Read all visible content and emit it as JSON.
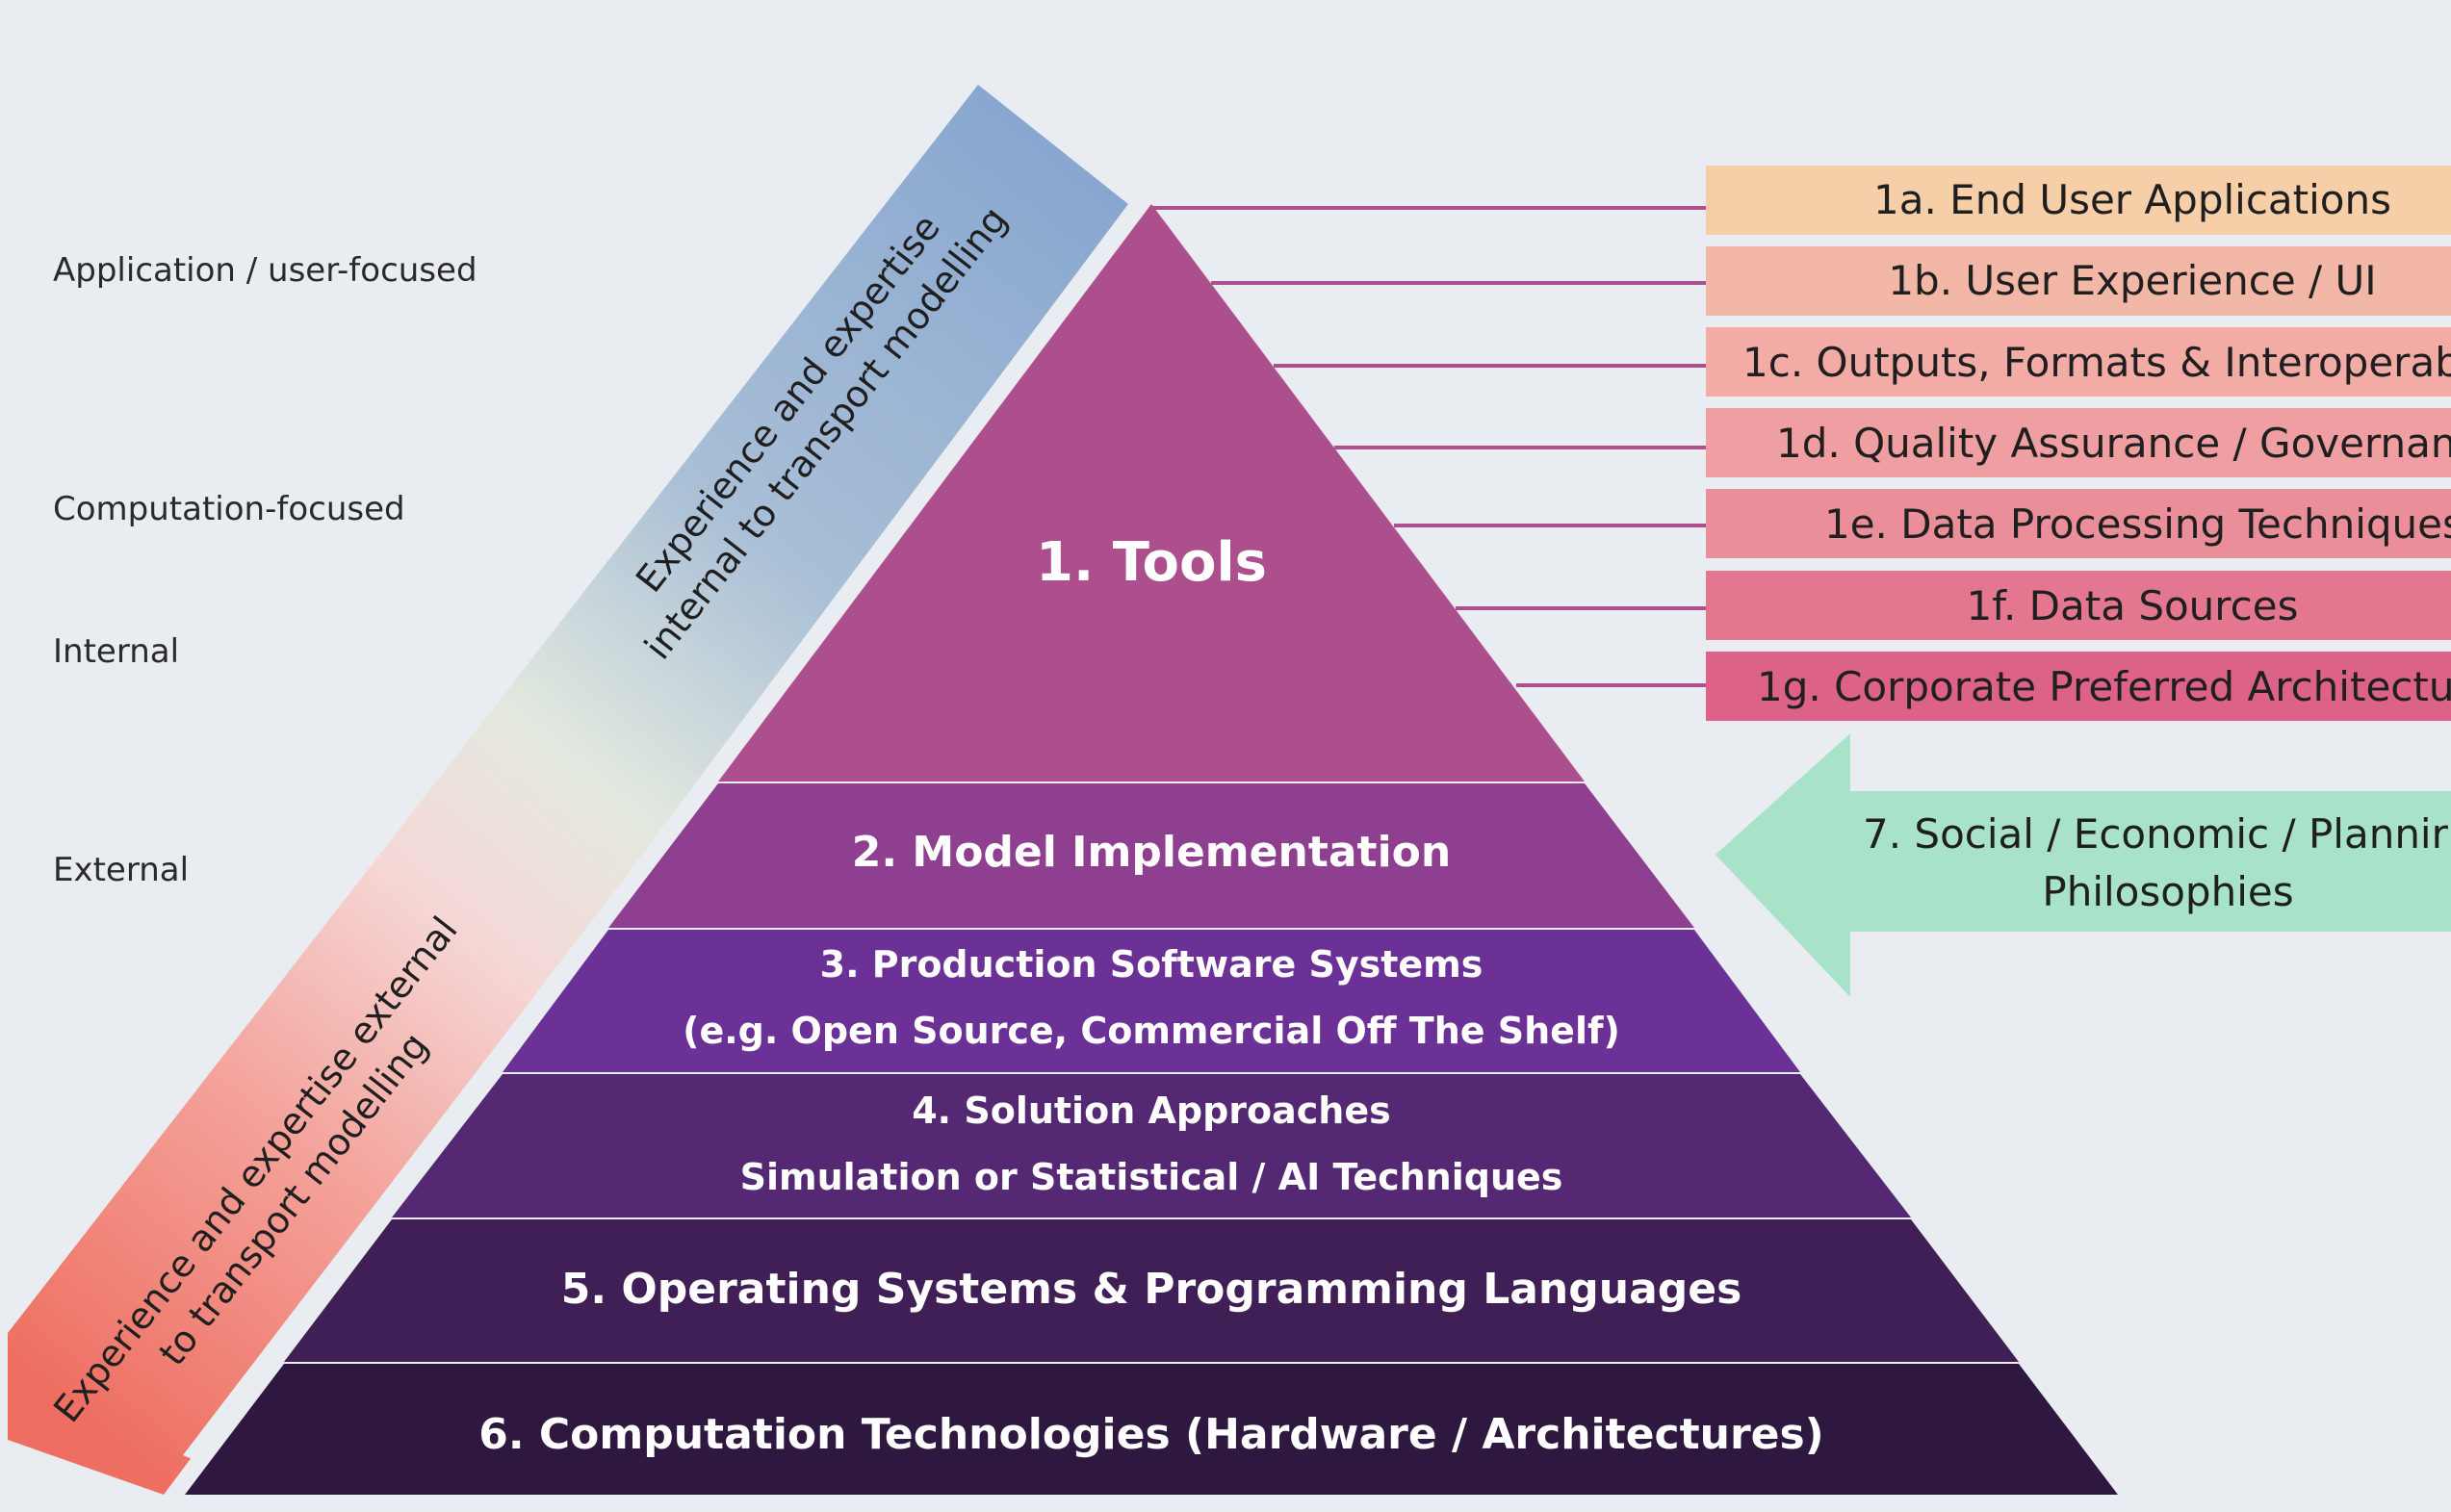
{
  "side_labels": {
    "application": "Application / user-focused",
    "computation": "Computation-focused",
    "internal": "Internal",
    "external": "External"
  },
  "bands": {
    "internal": {
      "line1": "Experience and expertise",
      "line2": "internal to transport modelling"
    },
    "external": {
      "line1": "Experience and expertise external",
      "line2": "to transport modelling"
    }
  },
  "layers": {
    "tools": "1. Tools",
    "model_implementation": "2. Model Implementation",
    "production_line1": "3. Production Software Systems",
    "production_line2": "(e.g. Open Source, Commercial Off The Shelf)",
    "solution_line1": "4. Solution Approaches",
    "solution_line2": "Simulation or Statistical / AI Techniques",
    "operating_systems": "5. Operating Systems & Programming Languages",
    "computation_tech": "6. Computation Technologies (Hardware / Architectures)"
  },
  "tool_items": [
    "1a. End User Applications",
    "1b. User Experience / UI",
    "1c. Outputs, Formats & Interoperab",
    "1d. Quality Assurance / Governan",
    "1e. Data Processing Techniques",
    "1f. Data Sources",
    "1g. Corporate Preferred Architectu"
  ],
  "philosophies": {
    "line1": "7. Social / Economic / Plannir",
    "line2": "Philosophies"
  },
  "colors": {
    "background": "#e9edf1",
    "tools": "#ad4f8c",
    "model_implementation": "#8e3f8f",
    "production": "#6b3196",
    "solution": "#542872",
    "operating_systems": "#3f1f55",
    "computation_tech": "#2e1840",
    "connector": "#b04f8e",
    "arrow": "#a8e2c8",
    "band_blue": "#86a5cf",
    "band_red": "#ee6f62"
  }
}
